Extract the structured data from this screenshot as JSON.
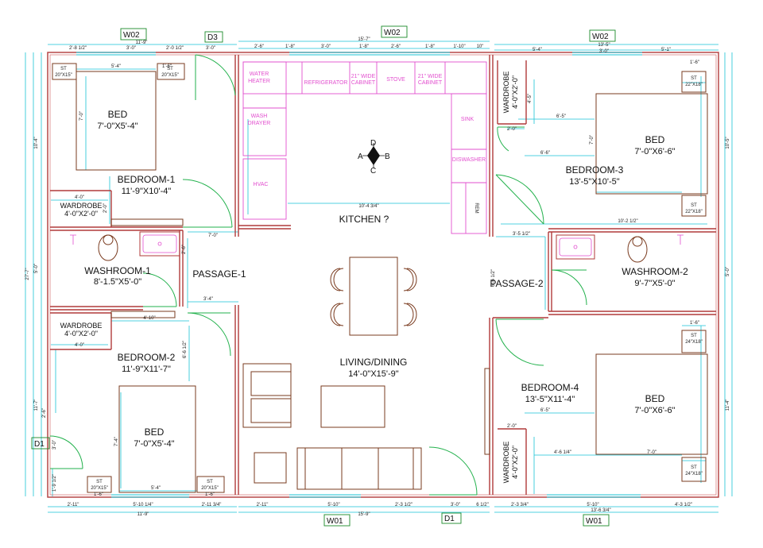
{
  "tags": {
    "w02_left": "W02",
    "d3": "D3",
    "w02_center": "W02",
    "w02_right": "W02",
    "d1_left": "D1",
    "w01_left": "W01",
    "d1_bottom": "D1",
    "w01_right": "W01"
  },
  "rooms": {
    "bed1": "BED",
    "bed1_dim": "7'-0\"X5'-4\"",
    "bedroom1": "BEDROOM-1",
    "bedroom1_dim": "11'-9\"X10'-4\"",
    "wardrobe1": "WARDROBE",
    "wardrobe1_dim": "4'-0\"X2'-0\"",
    "washroom1": "WASHROOM-1",
    "washroom1_dim": "8'-1.5\"X5'-0\"",
    "passage1": "PASSAGE-1",
    "wardrobe2": "WARDROBE",
    "wardrobe2_dim": "4'-0\"X2'-0\"",
    "bedroom2": "BEDROOM-2",
    "bedroom2_dim": "11'-9\"X11'-7\"",
    "bed2": "BED",
    "bed2_dim": "7'-0\"X5'-4\"",
    "kitchen": "KITCHEN ?",
    "living": "LIVING/DINING",
    "living_dim": "14'-0\"X15'-9\"",
    "wardrobe3": "WARDROBE",
    "wardrobe3_dim": "4'-0\"X2'-0\"",
    "bed3": "BED",
    "bed3_dim": "7'-0\"X6'-6\"",
    "bedroom3": "BEDROOM-3",
    "bedroom3_dim": "13'-5\"X10'-5\"",
    "passage2": "PASSAGE-2",
    "washroom2": "WASHROOM-2",
    "washroom2_dim": "9'-7\"X5'-0\"",
    "bedroom4": "BEDROOM-4",
    "bedroom4_dim": "13'-5\"X11'-4\"",
    "bed4": "BED",
    "bed4_dim": "7'-0\"X6'-6\"",
    "wardrobe4": "WARDROBE",
    "wardrobe4_dim": "4'-0\"X2'-0\""
  },
  "kitchen_items": {
    "water_heater_1": "WATER",
    "water_heater_2": "HEATER",
    "refrigerator": "REFRIGERATOR",
    "cabinet_a_1": "21\" WIDE",
    "cabinet_a_2": "CABINET",
    "stove": "STOVE",
    "cabinet_b_1": "21\" WIDE",
    "cabinet_b_2": "CABINET",
    "wash_dryer_1": "WASH",
    "wash_dryer_2": "DRAYER",
    "sink": "SINK",
    "dishwasher": "DISWASHER",
    "hvac": "HVAC",
    "rem": "REM"
  },
  "compass": {
    "a": "A",
    "b": "B",
    "c": "C",
    "d": "D"
  },
  "side_tables": {
    "st1_a": "ST",
    "st1_a_dim": "20\"X15\"",
    "st1_b": "ST",
    "st1_b_dim": "20\"X15\"",
    "st2_a": "ST",
    "st2_a_dim": "20\"X15\"",
    "st2_b": "ST",
    "st2_b_dim": "20\"X15\"",
    "st3_a": "ST",
    "st3_a_dim": "22\"X18\"",
    "st3_b": "ST",
    "st3_b_dim": "22\"X18\"",
    "st4_a": "ST",
    "st4_a_dim": "24\"X18\"",
    "st4_b": "ST",
    "st4_b_dim": "24\"X18\""
  },
  "dims": {
    "top_1": "2'-8 1/2\"",
    "top_2": "11'-9\"",
    "top_3": "3'-0\"",
    "top_4": "2'-0 1/2\"",
    "top_5": "3'-0\"",
    "top_6": "15'-7\"",
    "top_7": "2'-6\"",
    "top_8": "1'-8\"",
    "top_9": "3'-0\"",
    "top_10": "1'-8\"",
    "top_11": "2'-6\"",
    "top_12": "1'-8\"",
    "top_13": "1'-10\"",
    "top_14": "10\"",
    "top_15": "13'-5\"",
    "top_16": "5'-4\"",
    "top_17": "3'-0\"",
    "top_18": "5'-1\"",
    "bot_1": "2'-11\"",
    "bot_2": "5'-10 1/4\"",
    "bot_3": "2'-11 3/4\"",
    "bot_4": "11'-9\"",
    "bot_5": "2'-11\"",
    "bot_6": "5'-10\"",
    "bot_7": "2'-3 1/2\"",
    "bot_8": "15'-9\"",
    "bot_9": "3'-0\"",
    "bot_10": "6 1/2\"",
    "bot_11": "2'-3 3/4\"",
    "bot_12": "5'-10\"",
    "bot_13": "4'-3 1/2\"",
    "bot_14": "13'-6 3/4\"",
    "left_1": "10'-4\"",
    "left_2": "27'-7\"",
    "left_3": "5'-0\"",
    "left_4": "11'-7\"",
    "left_5": "2'-6\"",
    "left_6": "3'-0\"",
    "left_7": "1'-9 1/2\"",
    "right_1": "10'-5\"",
    "right_2": "5'-0\"",
    "right_3": "11'-4\"",
    "in_1": "5'-4\"",
    "in_2": "1'-6\"",
    "in_3": "7'-0\"",
    "in_4": "4'-0\"",
    "in_5": "2'-0\"",
    "in_6": "7'-0\"",
    "in_7": "3'-4\"",
    "in_8": "2'-6\"",
    "in_9": "4'-10\"",
    "in_10": "4'-0\"",
    "in_11": "6'-6 1/2\"",
    "in_12": "7'-4\"",
    "in_13": "5'-4\"",
    "in_14": "1'-6\"",
    "in_15": "1'-6\"",
    "in_16": "10'-4 3/4\"",
    "in_17": "4'-5\"",
    "in_18": "6'-5\"",
    "in_19": "7'-0\"",
    "in_20": "10'-2 1/2\"",
    "in_21": "3'-5 1/2\"",
    "in_22": "6'-6\"",
    "in_23": "2'-0\"",
    "in_24": "4'-6 1/4\"",
    "in_25": "7'-0\"",
    "in_26": "6'-5\"",
    "in_27": "1'-6\"",
    "in_28": "1'-6\"",
    "in_29": "6'-6 1/2\"",
    "in_30": "2'-0\""
  },
  "colors": {
    "wall": "#b03a3a",
    "wall_inner": "#d47070",
    "dimension": "#19c3d6",
    "door": "#22b14c",
    "kitchen": "#e24fcf",
    "furniture": "#7a3b1f",
    "window_tag": "#1a8a2a",
    "text": "#111111"
  }
}
